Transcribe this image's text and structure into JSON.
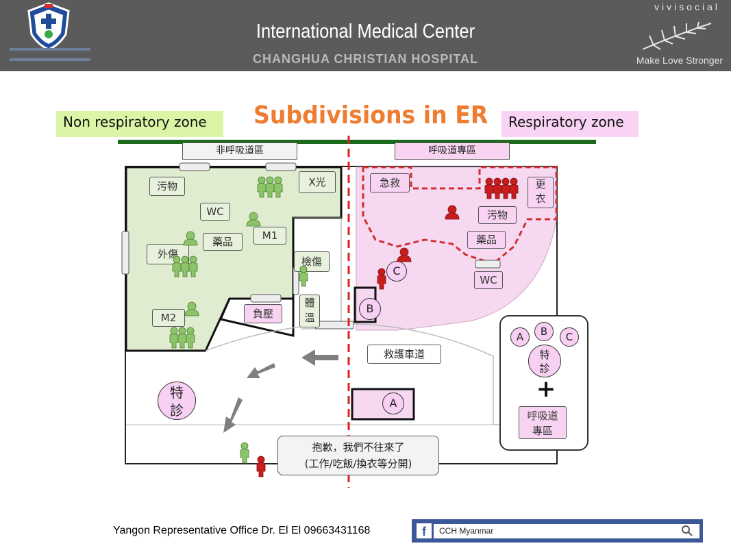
{
  "header": {
    "title": "International Medical Center",
    "subtitle": "CHANGHUA CHRISTIAN HOSPITAL",
    "brand": "vivisocial",
    "slogan": "Make Love Stronger",
    "bg_color": "#5b5b5b"
  },
  "slide": {
    "title": "Subdivisions in ER",
    "title_color": "#ee7d31",
    "zone_left": "Non respiratory zone",
    "zone_left_color": "#d9f5a5",
    "zone_right": "Respiratory zone",
    "zone_right_color": "#f8d3f4"
  },
  "plan": {
    "label_nonresp": "非呼吸道區",
    "label_resp": "呼吸道專區",
    "rooms_left": {
      "soiled": "污物",
      "xray": "X光",
      "wc": "WC",
      "m1": "M1",
      "pharmacy": "藥品",
      "trauma": "外傷",
      "triage": "檢傷",
      "m2": "M2",
      "negpressure": "負壓",
      "temp_top": "體",
      "temp_bottom": "溫"
    },
    "rooms_right": {
      "emergency": "急救",
      "changing_top": "更",
      "changing_bottom": "衣",
      "soiled": "污物",
      "pharmacy": "藥品",
      "wc": "WC",
      "c": "C",
      "b": "B",
      "a": "A"
    },
    "ambulance": "救護車道",
    "special_top": "特",
    "special_bottom": "診",
    "apology_line1": "抱歉，我們不往來了",
    "apology_line2": "(工作/吃飯/換衣等分開)",
    "divider_color": "#e02020"
  },
  "legend": {
    "a": "A",
    "b": "B",
    "c": "C",
    "special_top": "特",
    "special_bottom": "診",
    "plus": "+",
    "resp_top": "呼吸道",
    "resp_bottom": "專區"
  },
  "footer": {
    "contact": "Yangon Representative Office Dr. El El 09663431168",
    "fb_logo": "f",
    "fb_page": "CCH Myanmar",
    "fb_color": "#3b5998"
  },
  "icons": [
    "shield-logo-icon",
    "fern-leaf-icon",
    "person-icon",
    "facebook-icon",
    "search-icon",
    "arrow-icon"
  ]
}
